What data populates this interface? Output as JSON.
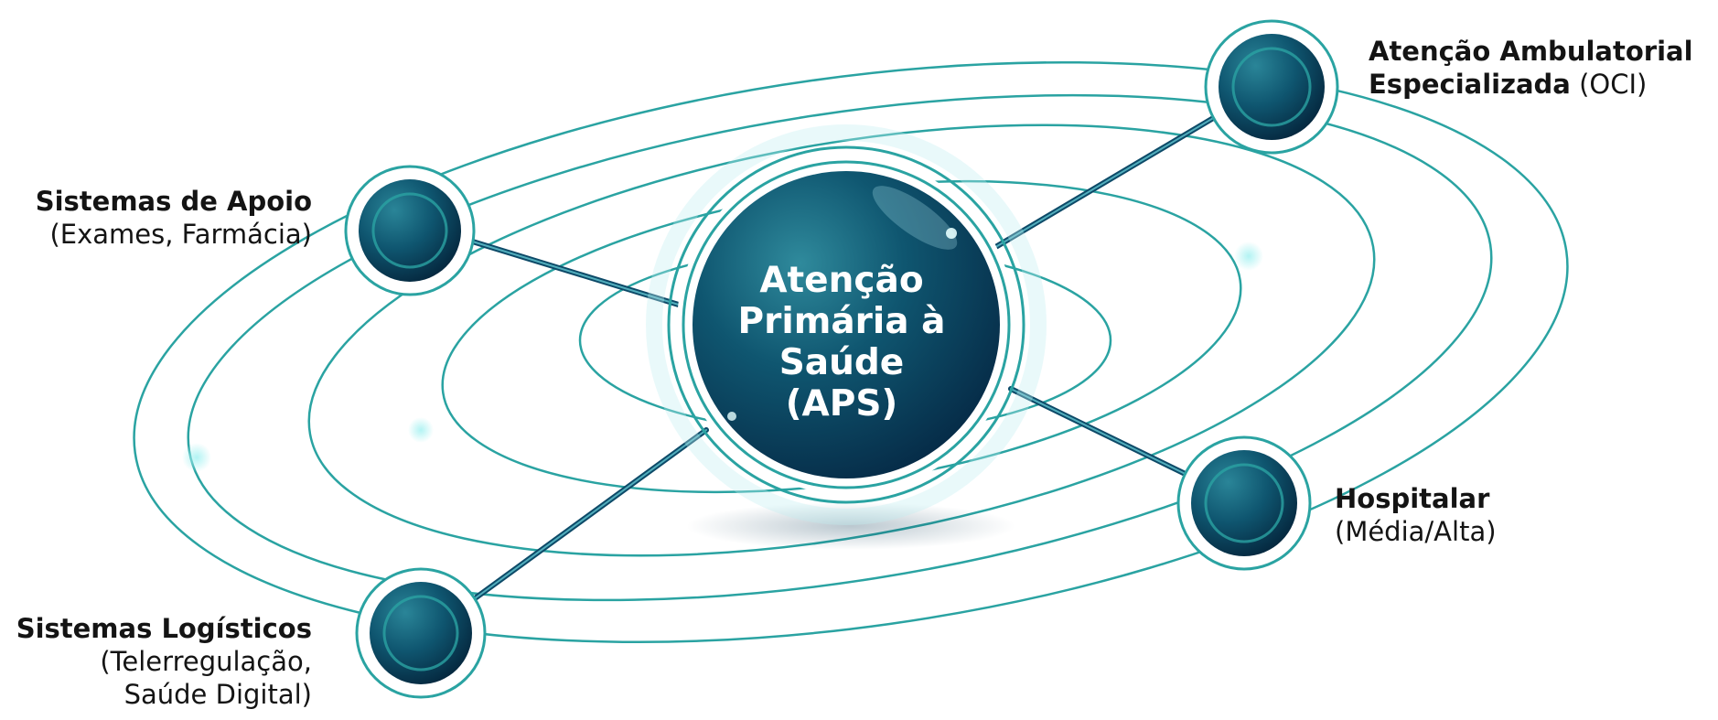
{
  "center": {
    "lines": [
      "Atenção",
      "Primária à",
      "Saúde",
      "(APS)"
    ]
  },
  "nodes": {
    "apoio": {
      "title": "Sistemas de Apoio",
      "subtitle": "(Exames, Farmácia)"
    },
    "ambulatorial": {
      "title": "Atenção Ambulatorial",
      "title2": "Especializada",
      "subtitle": "(OCI)"
    },
    "hospitalar": {
      "title": "Hospitalar",
      "subtitle": "(Média/Alta)"
    },
    "logistica": {
      "title": "Sistemas Logísticos",
      "subtitle1": "(Telerregulação,",
      "subtitle2": "Saúde Digital)"
    }
  },
  "colors": {
    "teal": "#2fa6a4",
    "teal_light": "#7fe3e3",
    "navy": "#0d3b5a",
    "navy_deep": "#062a45",
    "text": "#141414"
  }
}
